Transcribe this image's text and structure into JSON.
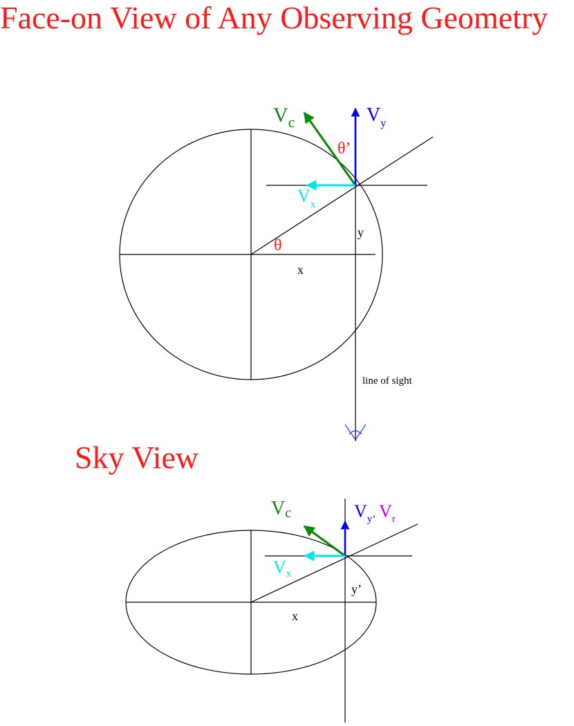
{
  "title": "Face-on View of Any Observing Geometry",
  "subtitle": "Sky View",
  "colors": {
    "title": "#ff1a1a",
    "vc": "#0a8a0a",
    "vy": "#0000ff",
    "vx": "#00e5ee",
    "vr": "#cc00cc",
    "theta": "#ff1a1a",
    "line": "#000000",
    "eye": "#1a3cff"
  },
  "face_on": {
    "vc_label": "V",
    "vc_sub": "c",
    "vy_label": "V",
    "vy_sub": "y",
    "vx_label": "V",
    "vx_sub": "x",
    "theta_prime": "θ’",
    "theta": "θ",
    "y_label": "y",
    "x_label": "x",
    "los_label": "line of sight",
    "eye_icon": "eye-icon"
  },
  "sky": {
    "vc_label": "V",
    "vc_sub": "c",
    "vy_label": "V",
    "vy_sub": "y’",
    "vr_label": "V",
    "vr_sub": "r",
    "vx_label": "V",
    "vx_sub": "x",
    "y_label": "y’",
    "x_label": "x"
  }
}
